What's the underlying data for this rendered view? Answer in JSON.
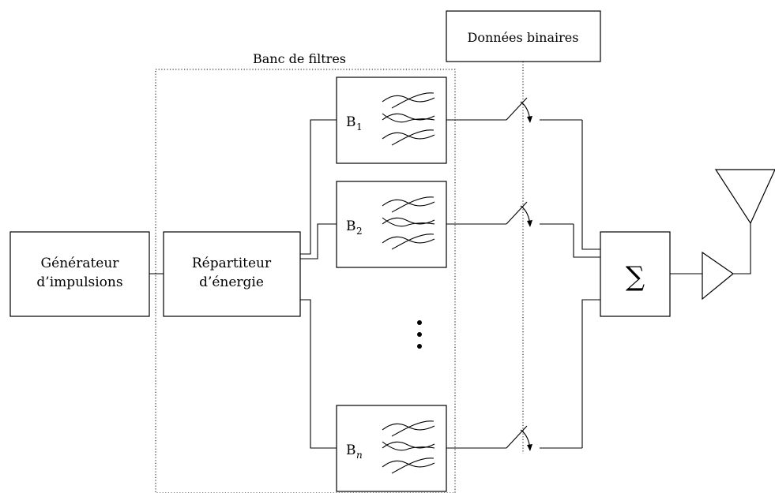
{
  "diagram": {
    "generator": {
      "line1": "Générateur",
      "line2": "d’impulsions"
    },
    "splitter": {
      "line1": "Répartiteur",
      "line2": "d’énergie"
    },
    "filter_bank_label": "Banc de filtres",
    "binary_data_label": "Données binaires",
    "filters": [
      {
        "letter": "B",
        "sub": "1"
      },
      {
        "letter": "B",
        "sub": "2"
      },
      {
        "letter": "B",
        "sub": "n"
      }
    ],
    "summer_symbol": "∑"
  }
}
